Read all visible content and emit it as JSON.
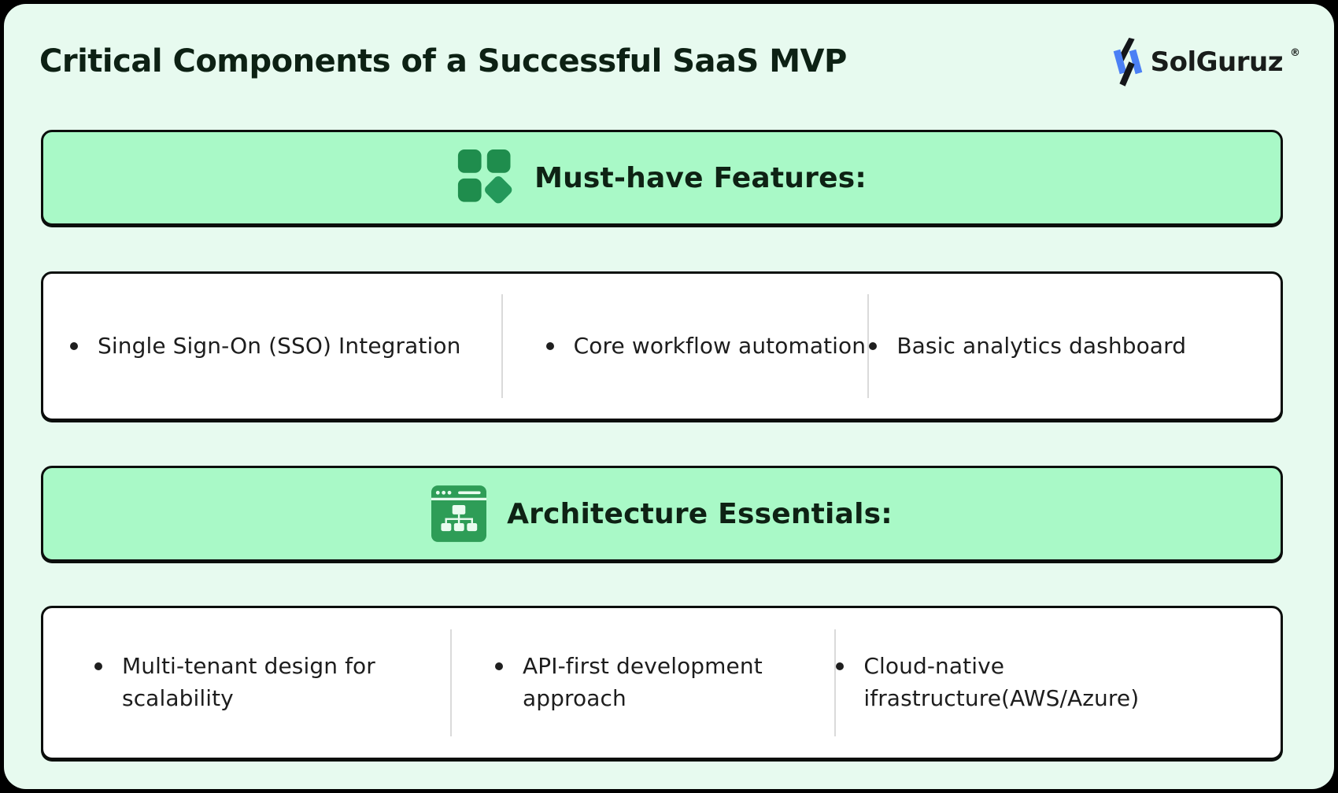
{
  "header": {
    "title": "Critical Components of a Successful SaaS MVP",
    "brand": {
      "name": "SolGuruz",
      "registered": "®"
    }
  },
  "sections": [
    {
      "id": "must-have-features",
      "heading": "Must-have Features:",
      "icon": "apps-grid-icon",
      "items": [
        "Single Sign-On (SSO) Integration",
        "Core workflow automation",
        "Basic analytics dashboard"
      ]
    },
    {
      "id": "architecture-essentials",
      "heading": "Architecture Essentials:",
      "icon": "browser-sitemap-icon",
      "items": [
        "Multi-tenant design for scalability",
        "API-first development approach",
        "Cloud-native ifrastructure(AWS/Azure)"
      ]
    }
  ],
  "colors": {
    "page_background": "#e7faef",
    "banner_green": "#a9f9c7",
    "border_dark": "#0b0e0c",
    "icon_green_dark": "#1f8d4d",
    "icon_green_mid": "#2e9d57",
    "card_white": "#ffffff",
    "divider_gray": "#dadada",
    "text_dark": "#0d2114",
    "logo_blue": "#4b80f5",
    "logo_black": "#14161a"
  }
}
